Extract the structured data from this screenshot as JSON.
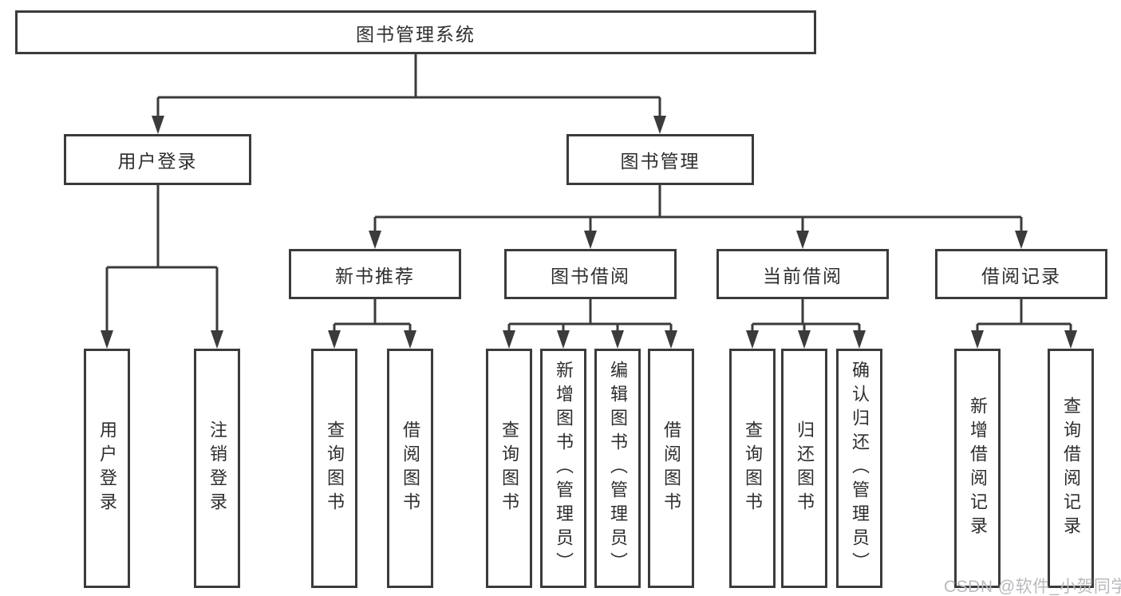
{
  "diagram": {
    "title": "图书管理系统",
    "branches": {
      "user_login": {
        "label": "用户登录",
        "children": {
          "login": "用户登录",
          "logout": "注销登录"
        }
      },
      "book_mgmt": {
        "label": "图书管理",
        "children": {
          "new_book_rec": {
            "label": "新书推荐",
            "children": {
              "query": "查询图书",
              "borrow": "借阅图书"
            }
          },
          "book_borrow": {
            "label": "图书借阅",
            "children": {
              "query": "查询图书",
              "add": "新增图书（管理员）",
              "edit": "编辑图书（管理员）",
              "borrow": "借阅图书"
            }
          },
          "current_borrow": {
            "label": "当前借阅",
            "children": {
              "query": "查询图书",
              "return": "归还图书",
              "confirm": "确认归还（管理员）"
            }
          },
          "borrow_records": {
            "label": "借阅记录",
            "children": {
              "add": "新增借阅记录",
              "query": "查询借阅记录"
            }
          }
        }
      }
    }
  },
  "watermark": {
    "text": "CSDN @软件_小贺同学"
  },
  "colors": {
    "line": "#3b3b3b",
    "box_border": "#3b3b3b",
    "text": "#2e2e2e",
    "watermark": "#b9b9be",
    "background": "#ffffff"
  }
}
